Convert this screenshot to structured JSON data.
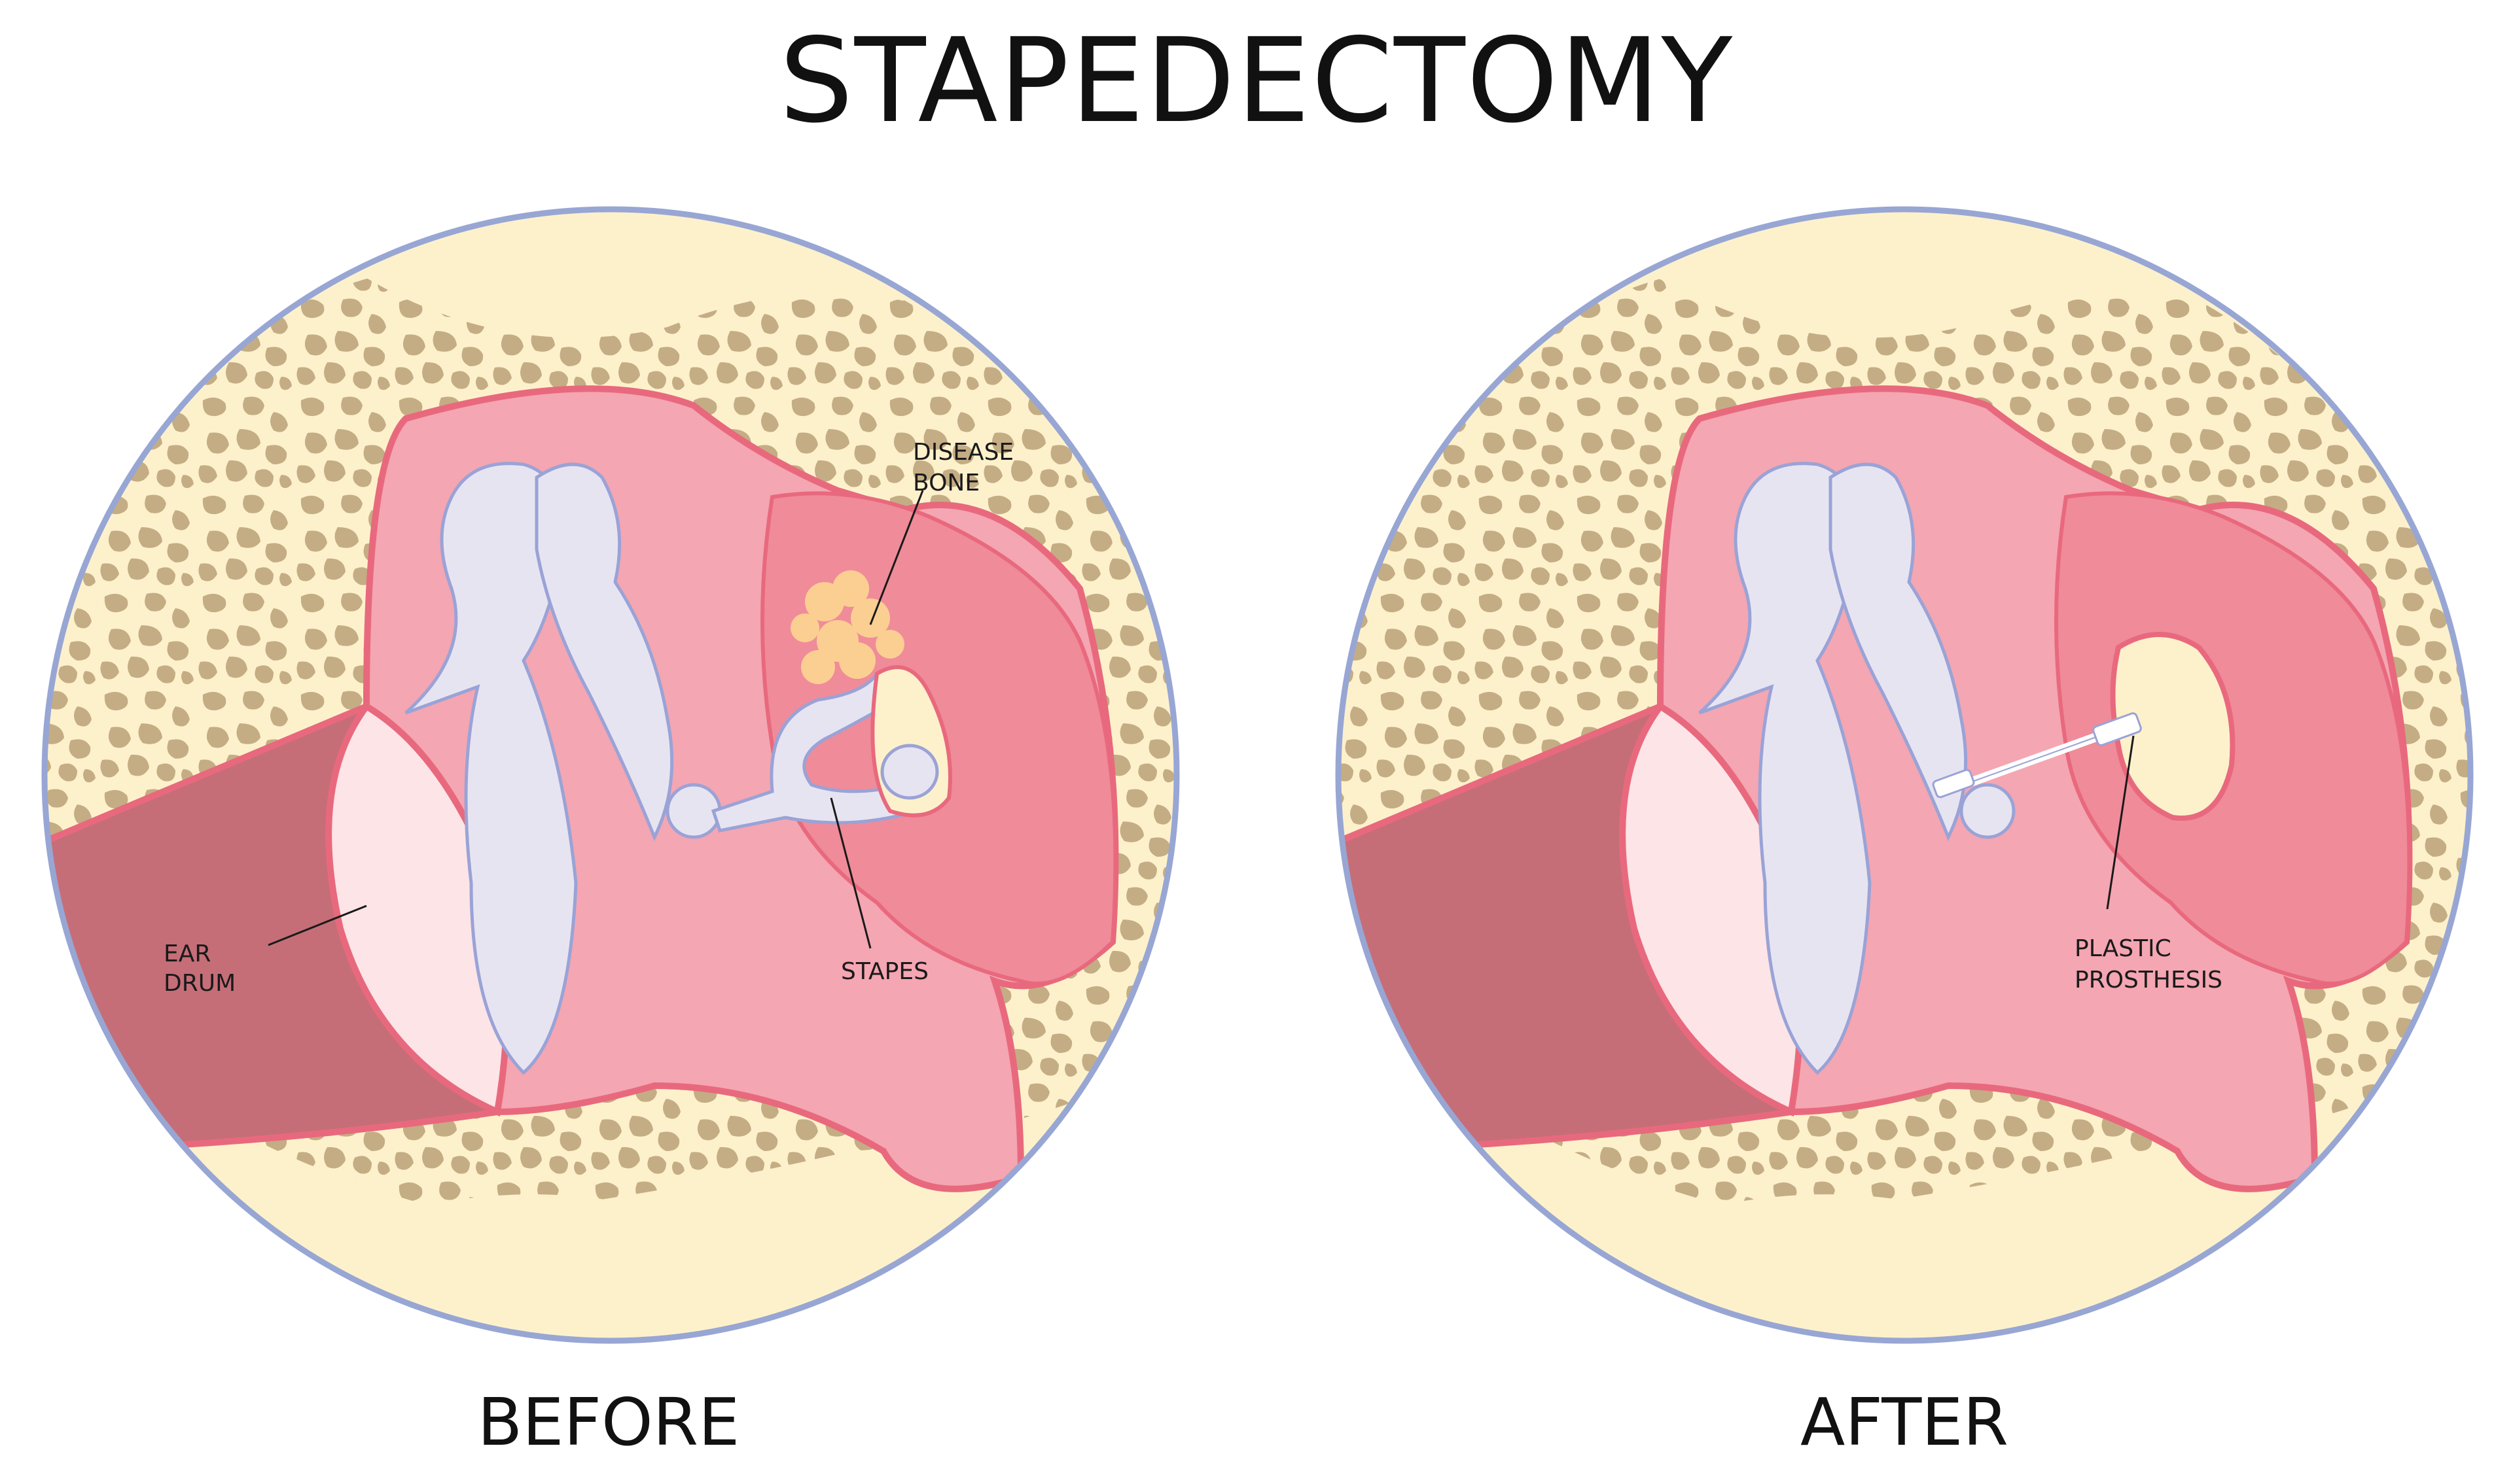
{
  "title": "STAPEDECTOMY",
  "panels": {
    "before": {
      "caption": "BEFORE",
      "labels": {
        "ear_drum": [
          "EAR",
          "DRUM"
        ],
        "disease_bone": [
          "DISEASE",
          "BONE"
        ],
        "stapes": "STAPES"
      }
    },
    "after": {
      "caption": "AFTER",
      "labels": {
        "plastic_prosthesis": [
          "PLASTIC",
          "PROSTHESIS"
        ]
      }
    }
  },
  "colors": {
    "ring": "#98a6d4",
    "bone_background": "#fdf1cc",
    "bone_spots": "#c4ad84",
    "canal_dark": "#c56e78",
    "cavity_pink": "#f4a6b2",
    "inner_pink": "#f08b99",
    "ossicle": "#e7e4f2",
    "ossicle_outline": "#9aa3d6",
    "disease": "#fbcf92",
    "window": "#fdf1cc",
    "prosthesis": "#ffffff"
  }
}
